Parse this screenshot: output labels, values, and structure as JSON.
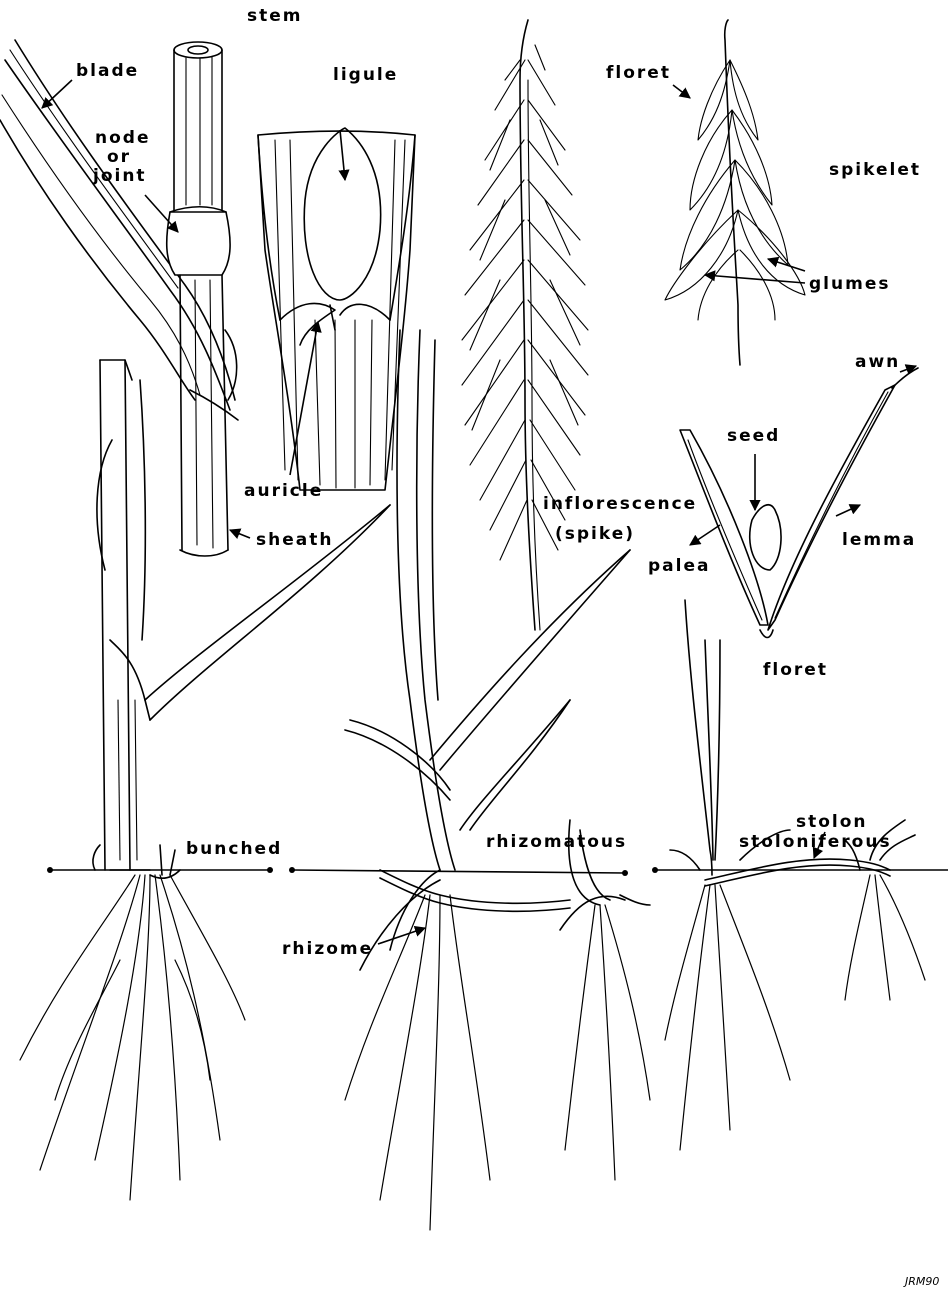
{
  "labels": {
    "stem": "stem",
    "blade": "blade",
    "node_line1": "node",
    "node_line2": "or",
    "node_line3": "joint",
    "ligule": "ligule",
    "auricle": "auricle",
    "sheath": "sheath",
    "floret_top": "floret",
    "spikelet": "spikelet",
    "glumes": "glumes",
    "awn": "awn",
    "seed": "seed",
    "inflorescence_line1": "inflorescence",
    "inflorescence_line2": "(spike)",
    "palea": "palea",
    "lemma": "lemma",
    "floret_bottom": "floret",
    "bunched": "bunched",
    "rhizomatous": "rhizomatous",
    "stoloniferous": "stoloniferous",
    "stolon": "stolon",
    "rhizome": "rhizome",
    "signature": "JRM90"
  },
  "colors": {
    "ink": "#000000",
    "paper": "#ffffff"
  }
}
